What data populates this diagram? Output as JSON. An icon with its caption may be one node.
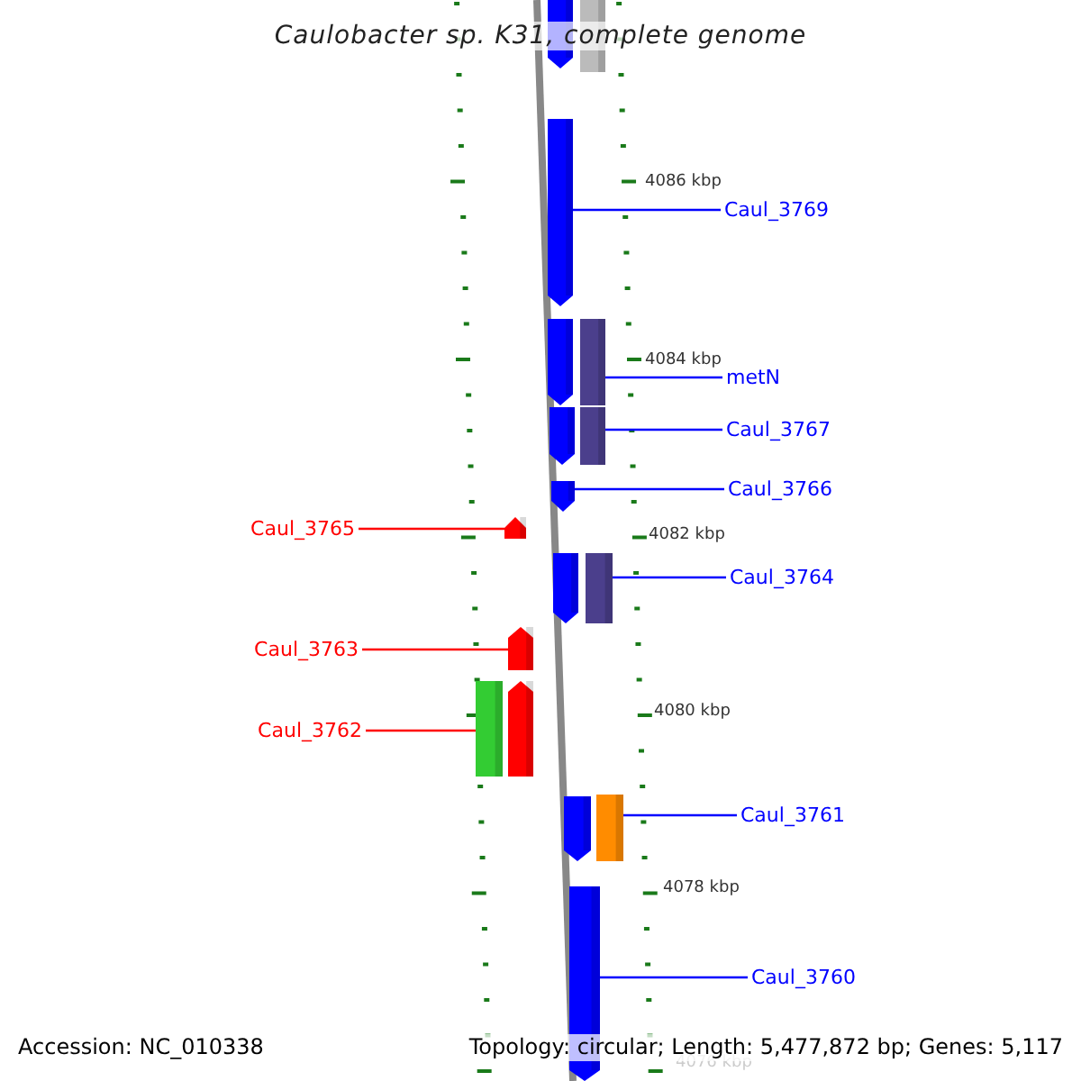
{
  "diagram": {
    "title": "Caulobacter sp. K31, complete genome",
    "nodes": [
      {
        "text": [
          "Caul_3769"
        ]
      },
      {
        "text": [],
        "shape": "bar"
      },
      {
        "text": [
          "metN"
        ]
      },
      {
        "text": [],
        "shape": "bar"
      },
      {
        "text": [
          "Caul_3767"
        ]
      },
      {
        "text": [],
        "shape": "bar"
      },
      {
        "text": [
          "Caul_3766"
        ]
      },
      {
        "text": [],
        "shape": "bar"
      },
      {
        "text": [
          "Caul_3765"
        ]
      },
      {
        "text": [],
        "shape": "bar"
      },
      {
        "text": [
          "Caul_3764"
        ]
      },
      {
        "text": [],
        "shape": "bar"
      },
      {
        "text": [
          "Caul_3763"
        ]
      },
      {
        "text": [],
        "shape": "bar"
      },
      {
        "text": [
          "Caul_3762"
        ]
      },
      {
        "text": [],
        "shape": "bar"
      },
      {
        "text": [
          "Caul_3761"
        ]
      },
      {
        "text": [],
        "shape": "bar"
      },
      {
        "text": [
          "Caul_3760"
        ]
      },
      {
        "text": [],
        "shape": "bar"
      }
    ],
    "edges": [
      {
        "from": 0,
        "to": 1,
        "arrow": "none"
      },
      {
        "from": 2,
        "to": 3,
        "arrow": "none"
      },
      {
        "from": 4,
        "to": 5,
        "arrow": "none"
      },
      {
        "from": 6,
        "to": 7,
        "arrow": "none"
      },
      {
        "from": 8,
        "to": 9,
        "arrow": "none",
        "color": "#ff0000"
      },
      {
        "from": 10,
        "to": 11,
        "arrow": "none"
      },
      {
        "from": 12,
        "to": 13,
        "arrow": "none",
        "color": "#ff0000"
      },
      {
        "from": 14,
        "to": 15,
        "arrow": "none",
        "color": "#ff0000"
      },
      {
        "from": 16,
        "to": 17,
        "arrow": "none"
      },
      {
        "from": 18,
        "to": 19,
        "arrow": "none"
      }
    ],
    "labels": [
      "4086 kbp",
      "4084 kbp",
      "4082 kbp",
      "4080 kbp",
      "4078 kbp",
      "4076 kbp",
      "Accession: NC_010338",
      "Topology: circular; Length: 5,477,872 bp; Genes: 5,117"
    ]
  }
}
